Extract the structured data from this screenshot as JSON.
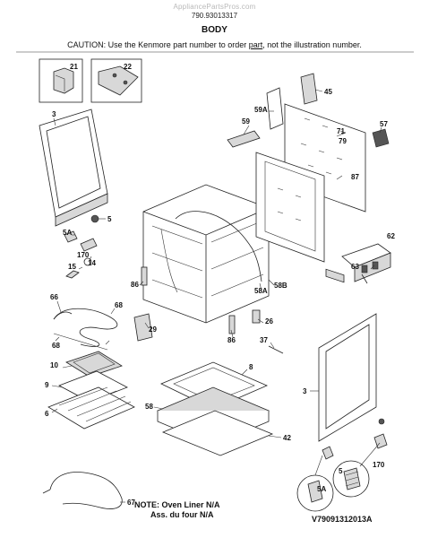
{
  "watermark": "AppliancePartsPros.com",
  "part_number": "790.93013317",
  "title": "BODY",
  "caution": {
    "prefix": "CAUTION: Use the Kenmore part number to order ",
    "underlined": "part",
    "suffix": ", not the illustration number."
  },
  "callouts": {
    "c21": "21",
    "c22": "22",
    "c45": "45",
    "c59a": "59A",
    "c59": "59",
    "c71": "71",
    "c57": "57",
    "c3_left": "3",
    "c79": "79",
    "c87": "87",
    "c5_left": "5",
    "c5a_left": "5A",
    "c170_left": "170",
    "c14": "14",
    "c15": "15",
    "c62": "62",
    "c63": "63",
    "c86_a": "86",
    "c58a": "58A",
    "c58b": "58B",
    "c66": "66",
    "c68_a": "68",
    "c68_b": "68",
    "c29": "29",
    "c86_b": "86",
    "c26": "26",
    "c37": "37",
    "c10": "10",
    "c9": "9",
    "c6": "6",
    "c8": "8",
    "c3_right": "3",
    "c58": "58",
    "c42": "42",
    "c170_right": "170",
    "c5_right": "5",
    "c5a_right": "5A",
    "c67": "67"
  },
  "note": {
    "line1": "NOTE: Oven Liner N/A",
    "line2": "Ass. du four N/A"
  },
  "figure_id": "V79091312013A"
}
